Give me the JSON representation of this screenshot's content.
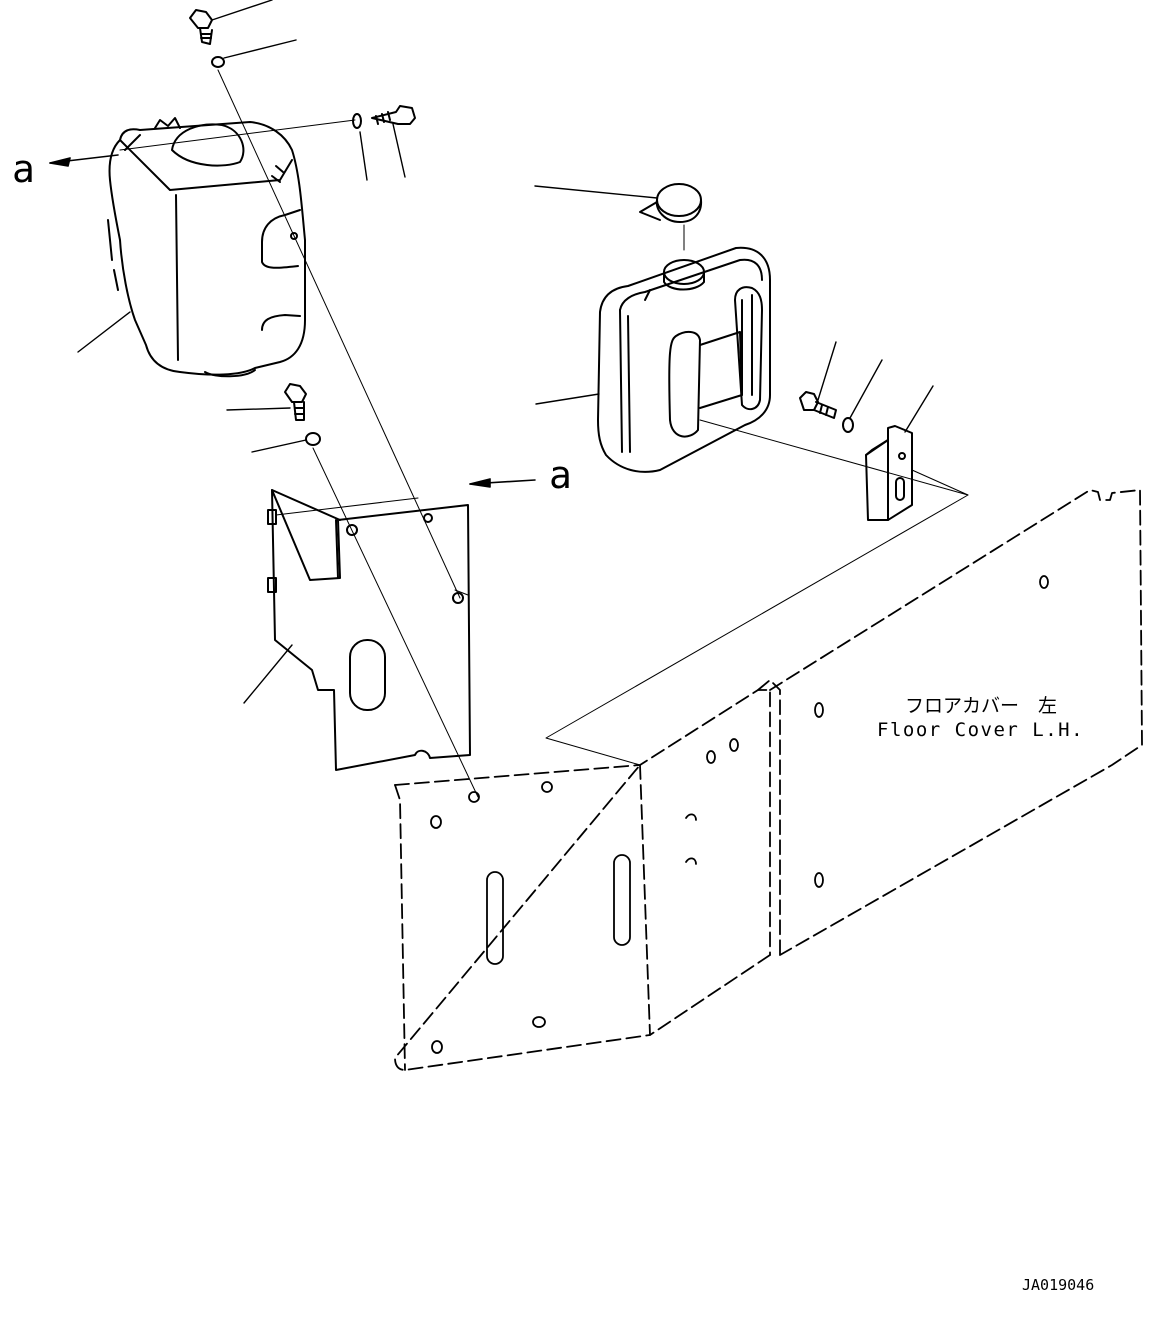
{
  "labels": {
    "section_top_left": "a",
    "section_mid": "a",
    "floor_cover_jp": "フロアカバー　左",
    "floor_cover_en": "Floor Cover L.H.",
    "drawing_id": "JA019046"
  },
  "colors": {
    "line": "#000000",
    "background": "#ffffff"
  }
}
